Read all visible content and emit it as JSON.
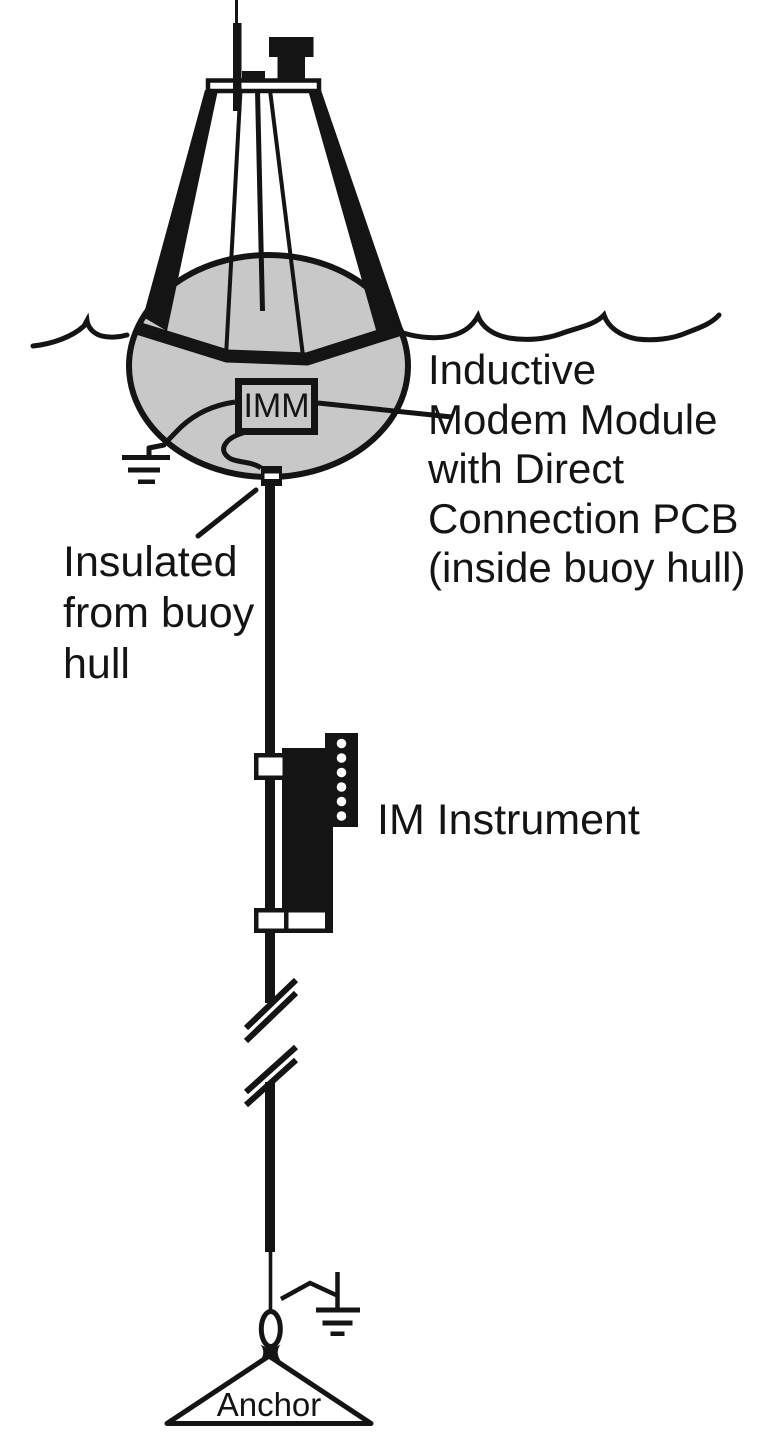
{
  "diagram": {
    "title": "Inductive modem buoy mooring system diagram",
    "buoy": {
      "imm_box_label": "IMM",
      "imm_callout_lines": [
        "Inductive",
        "Modem Module",
        "with Direct",
        "Connection PCB",
        "(inside buoy hull)"
      ],
      "insulated_callout_lines": [
        "Insulated",
        "from buoy",
        "hull"
      ]
    },
    "instrument_label": "IM Instrument",
    "anchor_label": "Anchor"
  },
  "colors": {
    "ink": "#141414",
    "hull_fill": "#c8c8c8",
    "background": "#ffffff"
  },
  "icons": {
    "antenna": "antenna-mast-icon",
    "beacon": "beacon-light-icon",
    "ground_left": "earth-ground-symbol-icon",
    "ground_bottom": "earth-ground-symbol-icon",
    "break_marks": "line-break-slashes-icon",
    "swivel": "swivel-link-icon",
    "anchor": "anchor-triangle"
  }
}
